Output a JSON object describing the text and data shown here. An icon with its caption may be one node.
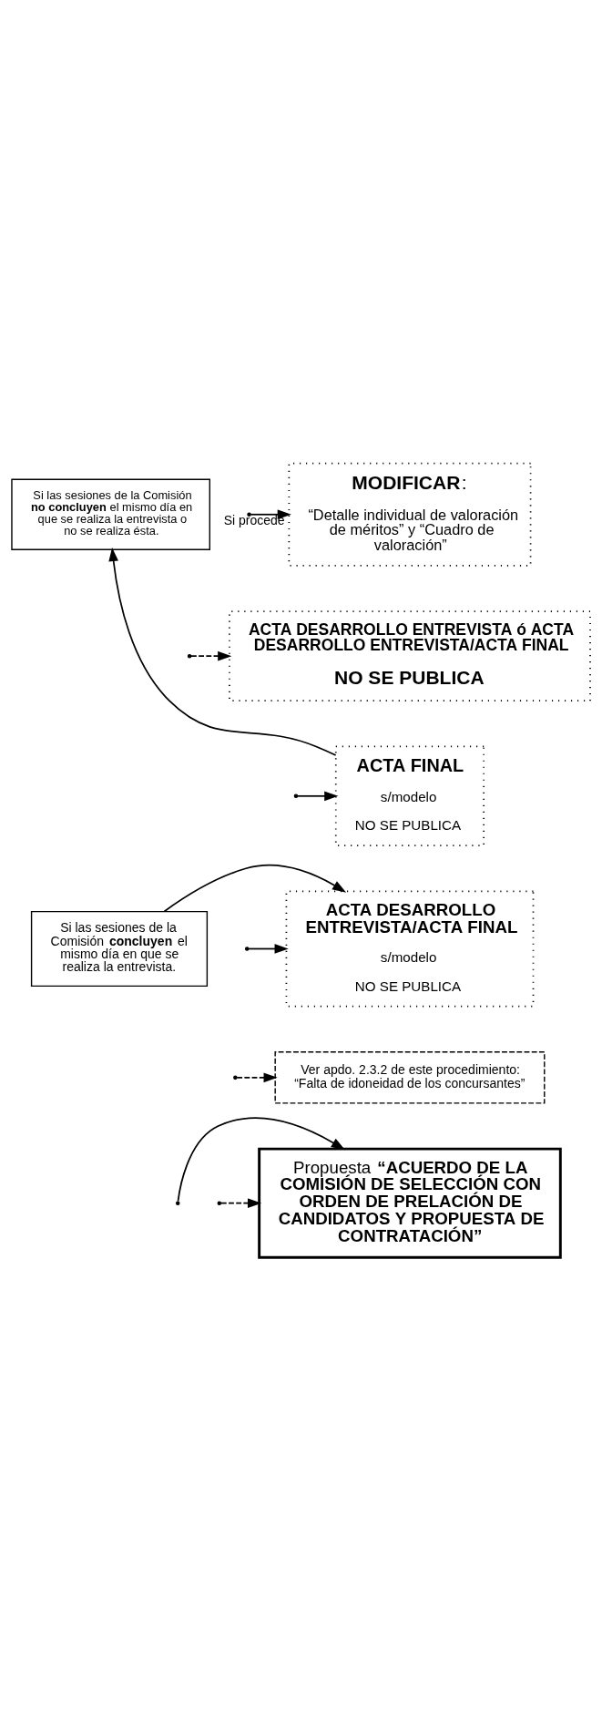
{
  "diagram": {
    "nodes": [
      {
        "text": [
          "**MODIFICAR**:",
          "“Detalle individual de valoración de méritos” y “Cuadro de valoración”"
        ]
      },
      {
        "text": [
          "ACTA DESARROLLO ENTREVISTA ó ACTA DESARROLLO ENTREVISTA/ACTA FINAL",
          "NO SE PUBLICA"
        ]
      },
      {
        "text": [
          "Si las sesiones de la Comisión **no concluyen** el mismo día en que se realiza la entrevista o no se realiza ésta."
        ]
      },
      {
        "text": [
          "ACTA FINAL",
          "s/modelo",
          "NO SE PUBLICA"
        ]
      },
      {
        "text": [
          "ACTA DESARROLLO ENTREVISTA/ACTA FINAL",
          "s/modelo",
          "NO SE PUBLICA"
        ]
      },
      {
        "text": [
          "Si las sesiones de la Comisión **concluyen** el mismo día en que se realiza la entrevista."
        ]
      },
      {
        "text": [
          "Ver apdo. 2.3.2 de este procedimiento: “Falta de idoneidad de los concursantes”"
        ]
      },
      {
        "text": [
          "Propuesta **“ACUERDO DE LA COMISIÓN DE SELECCIÓN CON ORDEN DE PRELACIÓN DE CANDIDATOS Y PROPUESTA DE CONTRATACIÓN”**"
        ]
      }
    ],
    "edges": [
      {
        "from": null,
        "to": 0,
        "arrow": "to",
        "label": "Si procede"
      },
      {
        "from": null,
        "to": 1,
        "arrow": "to",
        "style": "dashed"
      },
      {
        "from": 3,
        "to": 2,
        "arrow": "to"
      },
      {
        "from": null,
        "to": 3,
        "arrow": "to"
      },
      {
        "from": null,
        "to": 4,
        "arrow": "to"
      },
      {
        "from": 5,
        "to": 4,
        "arrow": "to"
      },
      {
        "from": null,
        "to": 6,
        "arrow": "to",
        "style": "dashed"
      },
      {
        "from": null,
        "to": 7,
        "arrow": "to"
      },
      {
        "from": null,
        "to": 7,
        "arrow": "to",
        "style": "dashed"
      }
    ]
  }
}
